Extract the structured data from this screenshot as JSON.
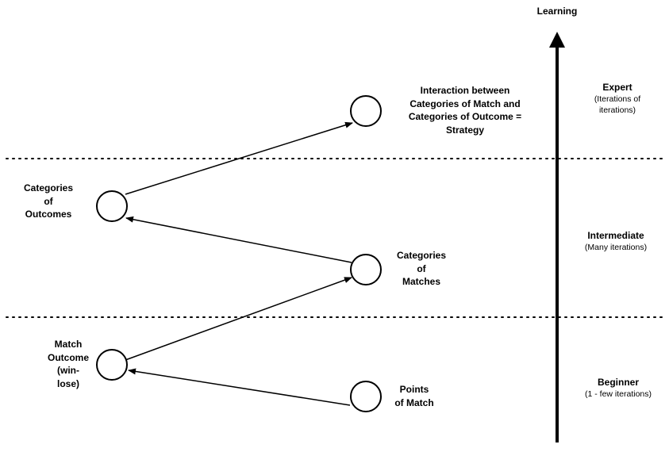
{
  "axis": {
    "title": "Learning"
  },
  "nodes": {
    "strategy": {
      "label": "Interaction between\nCategories of Match and\nCategories of Outcome =\nStrategy"
    },
    "categories_outcomes": {
      "label": "Categories\nof\nOutcomes"
    },
    "categories_matches": {
      "label": "Categories\nof\nMatches"
    },
    "match_outcome": {
      "label": "Match\nOutcome\n(win-\nlose)"
    },
    "points": {
      "label": "Points\nof Match"
    }
  },
  "levels": {
    "expert": {
      "name": "Expert",
      "desc": "(Iterations of\niterations)"
    },
    "intermediate": {
      "name": "Intermediate",
      "desc": "(Many iterations)"
    },
    "beginner": {
      "name": "Beginner",
      "desc": "(1 - few iterations)"
    }
  }
}
